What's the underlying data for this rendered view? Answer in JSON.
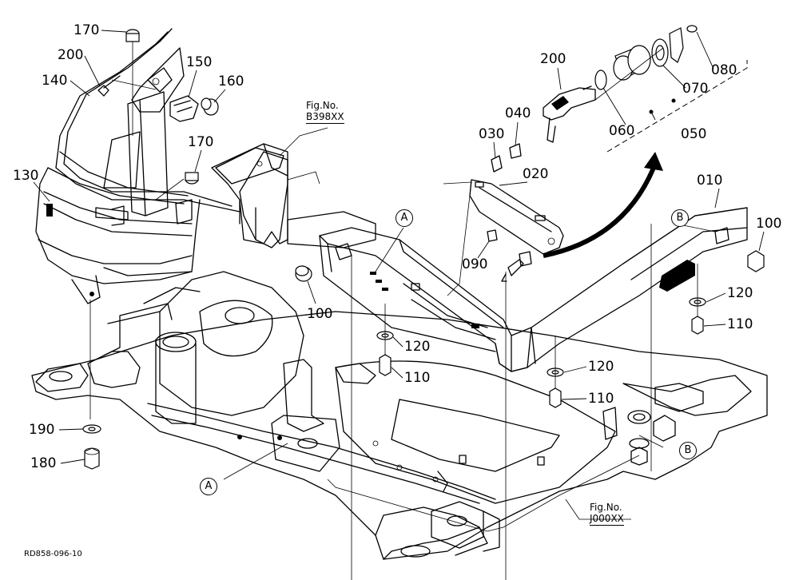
{
  "parts": {
    "p010": "010",
    "p020": "020",
    "p030": "030",
    "p040": "040",
    "p050": "050",
    "p060": "060",
    "p070": "070",
    "p080": "080",
    "p090": "090",
    "p100a": "100",
    "p100b": "100",
    "p110a": "110",
    "p110b": "110",
    "p110c": "110",
    "p120a": "120",
    "p120b": "120",
    "p120c": "120",
    "p130": "130",
    "p140": "140",
    "p150": "150",
    "p160": "160",
    "p170a": "170",
    "p170b": "170",
    "p180": "180",
    "p190": "190",
    "p200a": "200",
    "p200b": "200"
  },
  "markers": {
    "a1": "A",
    "a2": "A",
    "b1": "B",
    "b2": "B"
  },
  "figrefs": {
    "top": {
      "label": "Fig.No.",
      "code": "B398XX"
    },
    "bottom": {
      "label": "Fig.No.",
      "code": "J000XX"
    }
  },
  "drawing_code": "RD858-096-10"
}
